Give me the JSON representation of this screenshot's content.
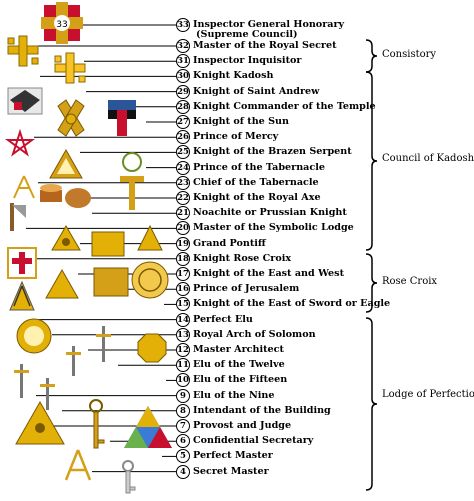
{
  "degrees": [
    {
      "n": "33",
      "name": "Inspector General Honorary",
      "sub": "(Supreme Council)"
    },
    {
      "n": "32",
      "name": "Master of the Royal Secret"
    },
    {
      "n": "31",
      "name": "Inspector Inquisitor"
    },
    {
      "n": "30",
      "name": "Knight Kadosh"
    },
    {
      "n": "29",
      "name": "Knight of Saint Andrew"
    },
    {
      "n": "28",
      "name": "Knight Commander of the Temple"
    },
    {
      "n": "27",
      "name": "Knight of the Sun"
    },
    {
      "n": "26",
      "name": "Prince of Mercy"
    },
    {
      "n": "25",
      "name": "Knight of the Brazen Serpent"
    },
    {
      "n": "24",
      "name": "Prince of the Tabernacle"
    },
    {
      "n": "23",
      "name": "Chief of the Tabernacle"
    },
    {
      "n": "22",
      "name": "Knight of the Royal Axe"
    },
    {
      "n": "21",
      "name": "Noachite or Prussian Knight"
    },
    {
      "n": "20",
      "name": "Master of the Symbolic Lodge"
    },
    {
      "n": "19",
      "name": "Grand Pontiff"
    },
    {
      "n": "18",
      "name": "Knight Rose Croix"
    },
    {
      "n": "17",
      "name": "Knight of the East and West"
    },
    {
      "n": "16",
      "name": "Prince of Jerusalem"
    },
    {
      "n": "15",
      "name": "Knight of the East of Sword or Eagle"
    },
    {
      "n": "14",
      "name": "Perfect Elu"
    },
    {
      "n": "13",
      "name": "Royal Arch of Solomon"
    },
    {
      "n": "12",
      "name": "Master Architect"
    },
    {
      "n": "11",
      "name": "Elu of the Twelve"
    },
    {
      "n": "10",
      "name": "Elu of the Fifteen"
    },
    {
      "n": "9",
      "name": "Elu of the Nine"
    },
    {
      "n": "8",
      "name": "Intendant of the Building"
    },
    {
      "n": "7",
      "name": "Provost and Judge"
    },
    {
      "n": "6",
      "name": "Confidential Secretary"
    },
    {
      "n": "5",
      "name": "Perfect Master"
    },
    {
      "n": "4",
      "name": "Secret Master"
    }
  ],
  "groups": {
    "consistory": "Consistory",
    "council": "Council of Kadosh",
    "rose": "Rose Croix",
    "lodge": "Lodge of Perfection"
  }
}
